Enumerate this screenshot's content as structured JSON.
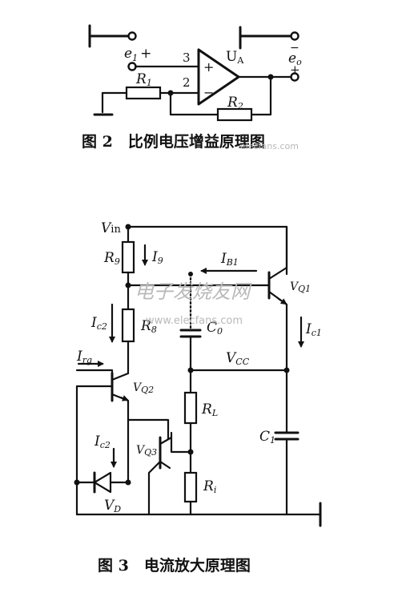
{
  "figure2": {
    "caption": "图 2　比例电压增益原理图",
    "watermark": "elecfans.com",
    "labels": {
      "e1": "e",
      "e1_sub": "1",
      "e1_plus": "+",
      "pin3": "3",
      "pin2": "2",
      "opamp": "U",
      "opamp_sub": "A",
      "plus_in": "+",
      "minus_in": "−",
      "r1": "R",
      "r1_sub": "1",
      "r2": "R",
      "r2_sub": "2",
      "eo": "e",
      "eo_sub": "o",
      "eo_minus": "−",
      "eo_plus": "+"
    }
  },
  "figure3": {
    "caption": "图 3　电流放大原理图",
    "watermark_cn": "电子发烧友网",
    "watermark_url": "www.elecfans.com",
    "labels": {
      "vin": "V",
      "vin_sub": "in",
      "r9": "R",
      "r9_sub": "9",
      "i9": "I",
      "i9_sub": "9",
      "ib1": "I",
      "ib1_sub": "B1",
      "vq1": "V",
      "vq1_sub": "Q1",
      "ic1": "I",
      "ic1_sub": "c1",
      "ic2": "I",
      "ic2_sub": "c2",
      "r8": "R",
      "r8_sub": "8",
      "c0": "C",
      "c0_sub": "0",
      "irg": "I",
      "irg_sub": "rg",
      "vcc": "V",
      "vcc_sub": "CC",
      "vq2": "V",
      "vq2_sub": "Q2",
      "rl": "R",
      "rl_sub": "L",
      "ic2b": "I",
      "ic2b_sub": "c2",
      "vq3": "V",
      "vq3_sub": "Q3",
      "c1": "C",
      "c1_sub": "1",
      "ri": "R",
      "ri_sub": "i",
      "vd": "V",
      "vd_sub": "D"
    }
  }
}
